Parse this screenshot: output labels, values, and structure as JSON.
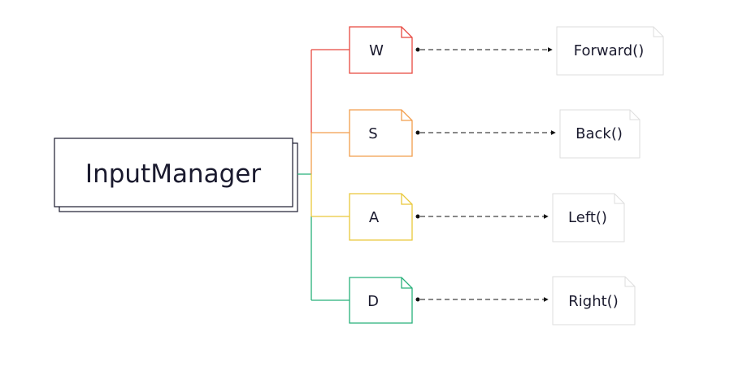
{
  "manager": {
    "label": "InputManager"
  },
  "keys": [
    {
      "label": "W",
      "color": "#e8473f",
      "action": "Forward()"
    },
    {
      "label": "S",
      "color": "#f29d4c",
      "action": "Back()"
    },
    {
      "label": "A",
      "color": "#e9c83a",
      "action": "Left()"
    },
    {
      "label": "D",
      "color": "#27b07a",
      "action": "Right()"
    }
  ],
  "colors": {
    "ink": "#1a1a2e",
    "connector": "#111111",
    "action_border": "#dedede"
  }
}
